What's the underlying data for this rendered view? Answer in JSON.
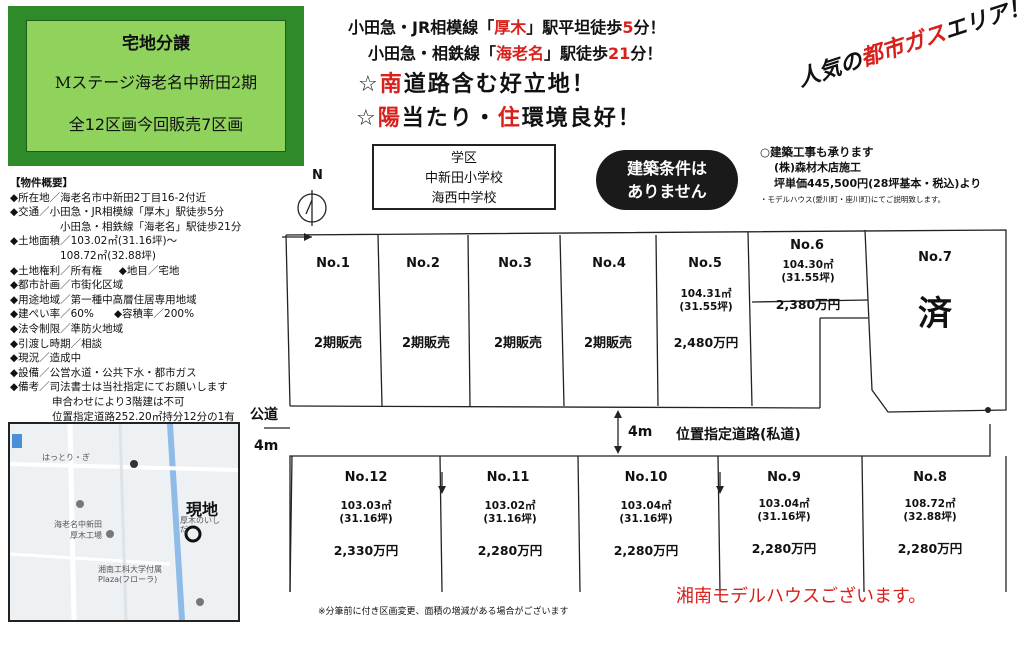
{
  "title_box": {
    "line1": "宅地分譲",
    "line2": "Mステージ海老名中新田2期",
    "line3": "全12区画今回販売7区画"
  },
  "headline": {
    "l1_a": "小田急・JR相模線「",
    "l1_b": "厚木",
    "l1_c": "」駅平坦徒歩",
    "l1_d": "5",
    "l1_e": "分！",
    "l2_a": "小田急・相鉄線「",
    "l2_b": "海老名",
    "l2_c": "」駅徒歩",
    "l2_d": "21",
    "l2_e": "分！",
    "l3_a": "☆",
    "l3_b": "南",
    "l3_c": "道路含む好立地！",
    "l4_a": "☆",
    "l4_b": "陽",
    "l4_c": "当たり・",
    "l4_d": "住",
    "l4_e": "環境良好！"
  },
  "gas_badge": {
    "a": "人気の",
    "b": "都市ガス",
    "c": "エリア！"
  },
  "school": {
    "label": "学区",
    "elem": "中新田小学校",
    "junior": "海西中学校"
  },
  "condition": {
    "l1": "建築条件は",
    "l2": "ありません"
  },
  "construction": {
    "l1": "○建築工事も承ります",
    "l2": "(株)森材木店施工",
    "l3": "坪単価445,500円(28坪基本・税込)より",
    "l4": "・モデルハウス(愛川町・座川町)にてご説明致します。"
  },
  "overview": {
    "heading": "【物件概要】",
    "location": "◆所在地／海老名市中新田2丁目16-2付近",
    "transport1": "◆交通／小田急・JR相模線「厚木」駅徒歩5分",
    "transport2": "小田急・相鉄線「海老名」駅徒歩21分",
    "land1": "◆土地面積／103.02㎡(31.16坪)～",
    "land2": "108.72㎡(32.88坪)",
    "rights": "◆土地権利／所有権",
    "chimoku": "◆地目／宅地",
    "planning": "◆都市計画／市街化区域",
    "zoning": "◆用途地域／第一種中高層住居専用地域",
    "bcr": "◆建ぺい率／60%",
    "far": "◆容積率／200%",
    "law": "◆法令制限／準防火地域",
    "delivery": "◆引渡し時期／相談",
    "status": "◆現況／造成中",
    "utilities": "◆設備／公営水道・公共下水・都市ガス",
    "note1": "◆備考／司法書士は当社指定にてお願いします",
    "note2": "申合わせにより3階建は不可",
    "note3": "位置指定道路252.20㎡持分12分の1有"
  },
  "map": {
    "site_label": "現地",
    "poi1": "はっとり・ぎ",
    "poi2": "海老名中新田",
    "poi3": "厚木工場",
    "poi4": "厚木のいしだ",
    "poi5": "湘南工科大学付属",
    "poi6": "Plaza(フローラ)"
  },
  "plan": {
    "north": "N",
    "public_road": "公道",
    "public_width": "4m",
    "private_width": "4m",
    "private_road": "位置指定道路(私道)",
    "top_lots": [
      {
        "no": "No.1",
        "status": "2期販売"
      },
      {
        "no": "No.2",
        "status": "2期販売"
      },
      {
        "no": "No.3",
        "status": "2期販売"
      },
      {
        "no": "No.4",
        "status": "2期販売"
      },
      {
        "no": "No.5",
        "area": "104.31㎡",
        "tsubo": "(31.55坪)",
        "price": "2,480万円"
      },
      {
        "no": "No.6",
        "area": "104.30㎡",
        "tsubo": "(31.55坪)",
        "price": "2,380万円"
      },
      {
        "no": "No.7",
        "status": "済"
      }
    ],
    "bottom_lots": [
      {
        "no": "No.12",
        "area": "103.03㎡",
        "tsubo": "(31.16坪)",
        "price": "2,330万円"
      },
      {
        "no": "No.11",
        "area": "103.02㎡",
        "tsubo": "(31.16坪)",
        "price": "2,280万円"
      },
      {
        "no": "No.10",
        "area": "103.04㎡",
        "tsubo": "(31.16坪)",
        "price": "2,280万円"
      },
      {
        "no": "No.9",
        "area": "103.04㎡",
        "tsubo": "(31.16坪)",
        "price": "2,280万円"
      },
      {
        "no": "No.8",
        "area": "108.72㎡",
        "tsubo": "(32.88坪)",
        "price": "2,280万円"
      }
    ]
  },
  "footnote": "※分筆前に付き区画変更、面積の増減がある場合がございます",
  "model_house": "湘南モデルハウスございます。",
  "colors": {
    "frame_dark": "#2f8a2a",
    "frame_light": "#8fd35d",
    "accent_red": "#d8201c"
  }
}
